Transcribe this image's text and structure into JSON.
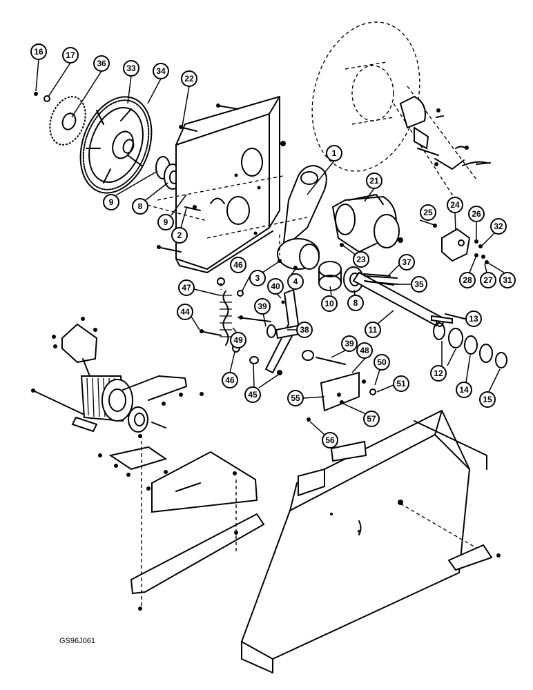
{
  "figure_code": "GS96J061",
  "callouts": [
    "1",
    "2",
    "3",
    "4",
    "8",
    "8",
    "9",
    "9",
    "10",
    "11",
    "12",
    "13",
    "14",
    "15",
    "16",
    "17",
    "21",
    "22",
    "23",
    "24",
    "25",
    "26",
    "27",
    "28",
    "31",
    "32",
    "33",
    "34",
    "35",
    "36",
    "37",
    "38",
    "39",
    "39",
    "40",
    "44",
    "45",
    "46",
    "46",
    "47",
    "48",
    "49",
    "50",
    "51",
    "55",
    "56",
    "57"
  ]
}
